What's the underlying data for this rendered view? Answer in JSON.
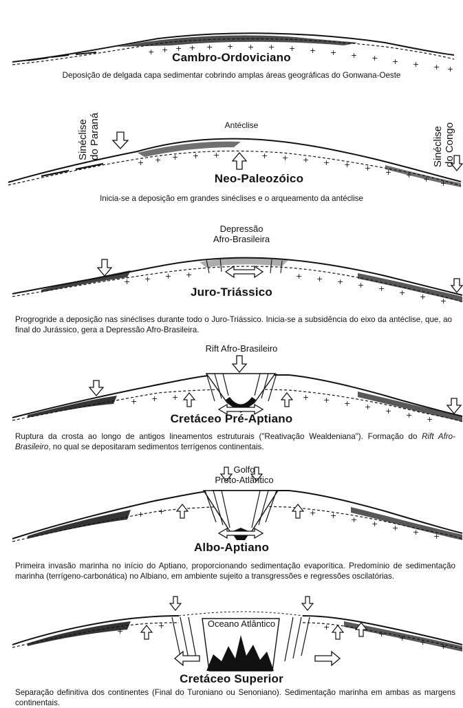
{
  "panels": [
    {
      "title": "Cambro-Ordoviciano",
      "description": "Deposição de delgada capa sedimentar cobrindo amplas áreas geográficas do Gonwana-Oeste"
    },
    {
      "title": "Neo-Paleozóico",
      "description": "Inicia-se a deposição em grandes sinéclises e o arqueamento da antéclise",
      "label_top": "Antéclise",
      "label_left_1": "Sinéclise",
      "label_left_2": "do Paraná",
      "label_right_1": "Sinéclise",
      "label_right_2": "do Congo"
    },
    {
      "title": "Juro-Triássico",
      "description": "Progrogride a deposição nas sinéclises durante todo o Juro-Triássico. Inicia-se a subsidência do eixo da antéclise, que, ao final do Jurássico, gera a Depressão Afro-Brasileira.",
      "label_top_1": "Depressão",
      "label_top_2": "Afro-Brasileira"
    },
    {
      "title": "Cretáceo Pré-Aptiano",
      "description_1": "Ruptura da crosta ao longo de antigos lineamentos estruturais (\"Reativação Wealdeniana\"). Formação do ",
      "description_italic": "Rift Afro-Brasileiro",
      "description_2": ", no qual se depositaram sedimentos terrígenos continentais.",
      "label_top": "Rift Afro-Brasileiro"
    },
    {
      "title": "Albo-Aptiano",
      "description": "Primeira invasão marinha no início do Aptiano, proporcionando sedimentação evaporítica. Predomínio de sedimentação marinha (terrígeno-carbonática) no Albiano, em ambiente sujeito a transgressões e regressões oscilatórias.",
      "label_top_1": "Golfo",
      "label_top_2": "Proto-Atlântico"
    },
    {
      "title": "Cretáceo Superior",
      "description": "Separação definitiva dos continentes (Final do Turoniano ou Senoniano). Sedimentação marinha em ambas as margens continentais.",
      "label_top": "Oceano Atlântico"
    }
  ]
}
